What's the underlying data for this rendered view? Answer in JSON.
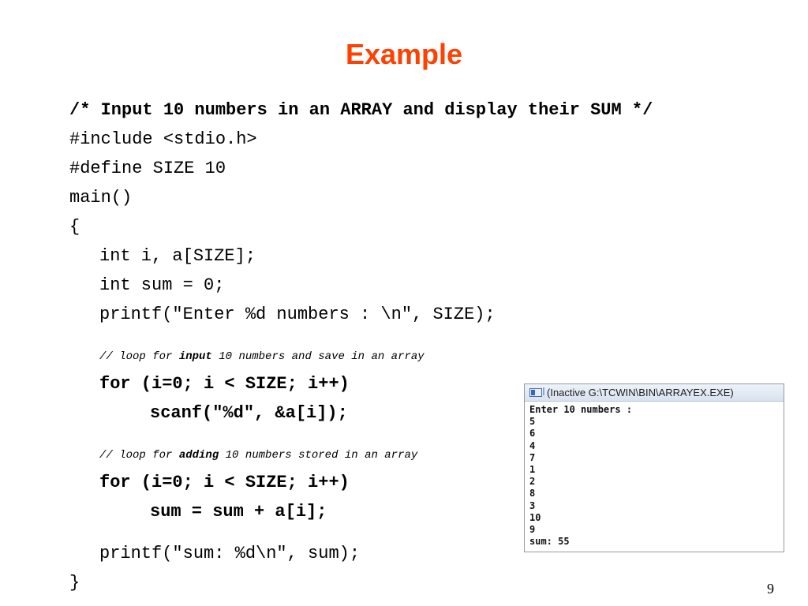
{
  "slide": {
    "title": "Example",
    "page_number": "9"
  },
  "code": {
    "header_comment": "/* Input 10 numbers in an ARRAY and display their SUM */",
    "include": "#include <stdio.h>",
    "define": "#define SIZE 10",
    "main_decl": "main()",
    "open_brace": "{",
    "decl_array": "int i, a[SIZE];",
    "decl_sum": "int sum = 0;",
    "printf_prompt": "printf(\"Enter %d numbers : \\n\", SIZE);",
    "comment_input": {
      "before": "// loop for ",
      "keyword": "input",
      "after": " 10 numbers and save in an array"
    },
    "for_input": "for (i=0; i < SIZE; i++)",
    "scanf_line": "scanf(\"%d\", &a[i]);",
    "comment_adding": {
      "before": "// loop for ",
      "keyword": "adding",
      "after": " 10 numbers stored in an array"
    },
    "for_adding": "for (i=0; i < SIZE; i++)",
    "sum_line": "sum = sum + a[i];",
    "printf_sum": "printf(\"sum: %d\\n\", sum);",
    "close_brace": "}"
  },
  "console": {
    "title": "(Inactive G:\\TCWIN\\BIN\\ARRAYEX.EXE)",
    "icon": "console-window-icon",
    "lines": [
      "Enter 10 numbers :",
      "5",
      "6",
      "4",
      "7",
      "1",
      "2",
      "8",
      "3",
      "10",
      "9",
      "sum: 55"
    ]
  },
  "colors": {
    "title": "#ff4000",
    "text": "#000000"
  }
}
